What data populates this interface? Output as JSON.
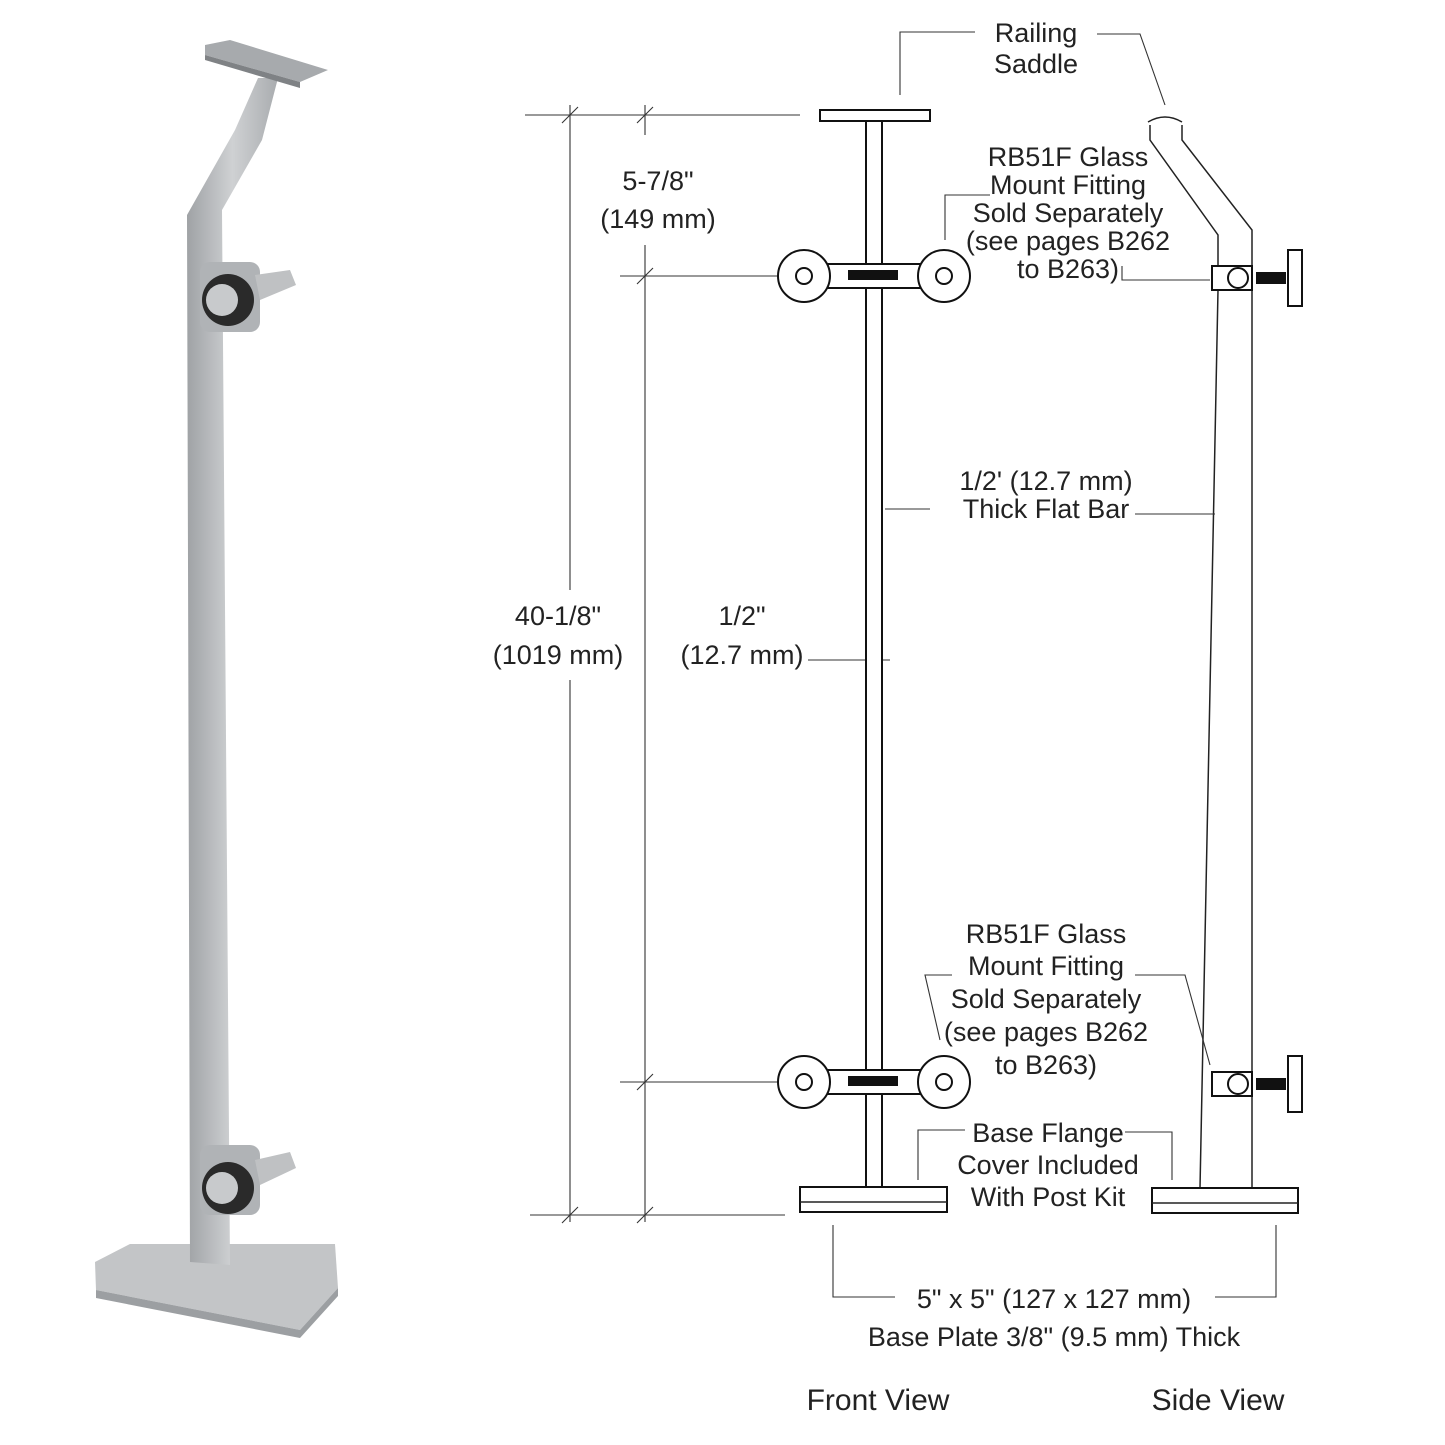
{
  "labels": {
    "railing_saddle": [
      "Railing",
      "Saddle"
    ],
    "fitting_top": [
      "RB51F Glass",
      "Mount Fitting",
      "Sold Separately",
      "(see pages B262",
      "to B263)"
    ],
    "fitting_bottom": [
      "RB51F Glass",
      "Mount Fitting",
      "Sold Separately",
      "(see pages B262",
      "to B263)"
    ],
    "top_offset": [
      "5-7/8\"",
      "(149 mm)"
    ],
    "overall_height": [
      "40-1/8\"",
      "(1019 mm)"
    ],
    "bar_width": [
      "1/2\"",
      "(12.7 mm)"
    ],
    "flat_bar": [
      "1/2' (12.7 mm)",
      "Thick Flat Bar"
    ],
    "base_flange": [
      "Base Flange",
      "Cover Included",
      "With Post Kit"
    ],
    "base_plate": [
      "5\" x 5\" (127 x 127 mm)",
      "Base Plate 3/8\" (9.5 mm) Thick"
    ],
    "front_view": "Front View",
    "side_view": "Side View"
  },
  "colors": {
    "metal": "#b9bbbe",
    "metal_dark": "#8f9295",
    "line": "#222222"
  }
}
